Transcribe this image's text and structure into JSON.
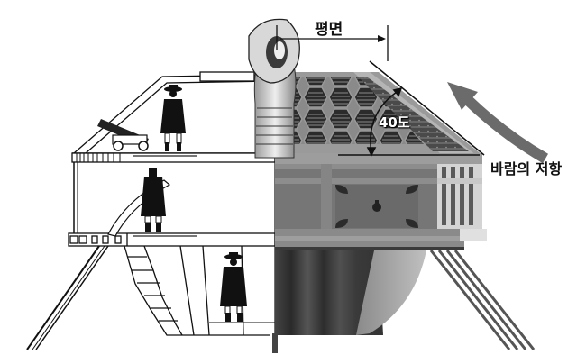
{
  "diagram": {
    "subject": "Turtle ship half line-drawing / half rendered cross-section",
    "labels": {
      "plane": "평면",
      "angle": "40도",
      "wind_resistance": "바람의 저항"
    },
    "annotations": {
      "plane_arrow": "horizontal dimension arrow spanning flat top of roof",
      "angle_arc": "double-headed arc showing 40° roof slope",
      "wind_arrow": "curved gray arrow deflecting up along sloped roof"
    },
    "figures": {
      "upper_deck": [
        "cannon",
        "standing-soldier"
      ],
      "middle_deck": [
        "soldier-with-oar"
      ],
      "lower_deck": [
        "standing-soldier"
      ]
    },
    "colors": {
      "line": "#111111",
      "wind_arrow": "#6b6b6b",
      "hull_dark": "#3a3a3a",
      "hull_mid": "#7a7a7a",
      "roof_pattern": "#2a2a2a",
      "roof_light": "#a8a8a8"
    }
  }
}
